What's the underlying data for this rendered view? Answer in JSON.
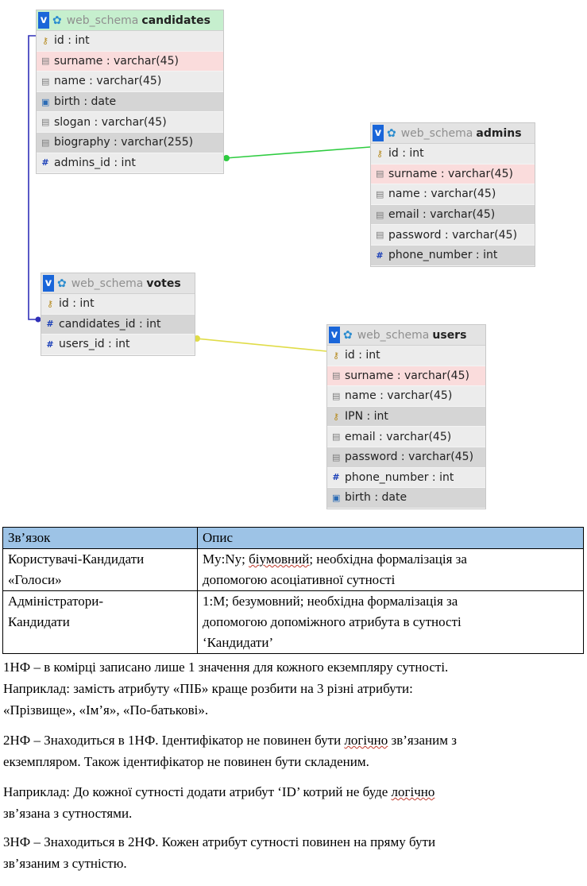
{
  "tables": {
    "candidates": {
      "schema": "web_schema",
      "name": "candidates",
      "rows": [
        {
          "icon": "key",
          "text": "id : int",
          "style": "plain"
        },
        {
          "icon": "txt",
          "text": "surname : varchar(45)",
          "style": "pink"
        },
        {
          "icon": "txt",
          "text": "name : varchar(45)",
          "style": "plain"
        },
        {
          "icon": "cal",
          "text": "birth : date",
          "style": "alt"
        },
        {
          "icon": "txt",
          "text": "slogan : varchar(45)",
          "style": "plain"
        },
        {
          "icon": "txt",
          "text": "biography : varchar(255)",
          "style": "alt"
        },
        {
          "icon": "num",
          "text": "admins_id : int",
          "style": "plain"
        }
      ]
    },
    "admins": {
      "schema": "web_schema",
      "name": "admins",
      "rows": [
        {
          "icon": "key",
          "text": "id : int",
          "style": "plain"
        },
        {
          "icon": "txt",
          "text": "surname : varchar(45)",
          "style": "pink"
        },
        {
          "icon": "txt",
          "text": "name : varchar(45)",
          "style": "plain"
        },
        {
          "icon": "txt",
          "text": "email : varchar(45)",
          "style": "alt"
        },
        {
          "icon": "txt",
          "text": "password : varchar(45)",
          "style": "plain"
        },
        {
          "icon": "num",
          "text": "phone_number : int",
          "style": "alt"
        }
      ]
    },
    "votes": {
      "schema": "web_schema",
      "name": "votes",
      "rows": [
        {
          "icon": "key",
          "text": "id : int",
          "style": "plain"
        },
        {
          "icon": "num",
          "text": "candidates_id : int",
          "style": "alt"
        },
        {
          "icon": "num",
          "text": "users_id : int",
          "style": "plain"
        }
      ]
    },
    "users": {
      "schema": "web_schema",
      "name": "users",
      "rows": [
        {
          "icon": "key",
          "text": "id : int",
          "style": "plain"
        },
        {
          "icon": "txt",
          "text": "surname : varchar(45)",
          "style": "pink"
        },
        {
          "icon": "txt",
          "text": "name : varchar(45)",
          "style": "plain"
        },
        {
          "icon": "key",
          "text": "IPN : int",
          "style": "alt"
        },
        {
          "icon": "txt",
          "text": "email : varchar(45)",
          "style": "plain"
        },
        {
          "icon": "txt",
          "text": "password : varchar(45)",
          "style": "alt"
        },
        {
          "icon": "num",
          "text": "phone_number : int",
          "style": "plain"
        },
        {
          "icon": "cal",
          "text": "birth : date",
          "style": "alt"
        }
      ]
    }
  },
  "header_badge": "v",
  "colors": {
    "accent": "#1a66d9",
    "rel_candidates_admins": "#2ecc40",
    "rel_votes_users": "#e0dc48",
    "rel_candidates_votes": "#3030b8",
    "table_header_bg": "#9dc3e6"
  },
  "relations_table": {
    "headers": [
      "Зв’язок",
      "Опис"
    ],
    "rows": [
      {
        "name_lines": [
          "Користувачі-Кандидати",
          "«Голоси»"
        ],
        "desc_lines": [
          [
            "My:Ny; ",
            "біумовний",
            "; необхідна формалізація за"
          ],
          [
            "допомогою асоціативної сутності"
          ]
        ]
      },
      {
        "name_lines": [
          "Адміністратори-",
          "Кандидати"
        ],
        "desc_lines": [
          [
            "1:M; безумовний; необхідна формалізація за"
          ],
          [
            "допомогою допоміжного атрибута в сутності"
          ],
          [
            "‘Кандидати’"
          ]
        ]
      }
    ]
  },
  "paragraphs": [
    {
      "lines": [
        [
          "1НФ – в комірці записано лише 1 значення для кожного екземпляру сутності."
        ],
        [
          "Наприклад: замість атрибуту «ПІБ» краще розбити на 3 різні атрибути:"
        ],
        [
          "«Прізвище», «Ім’я», «По-батькові»."
        ]
      ]
    },
    {
      "lines": [
        [
          "2НФ – Знаходиться в 1НФ. Ідентифікатор не повинен бути ",
          "логічно",
          " зв’язаним з"
        ],
        [
          "екземпляром. Також ідентифікатор не повинен бути складеним."
        ]
      ]
    },
    {
      "lines": [
        [
          "Наприклад: До кожної сутності додати атрибут ‘ID’ котрий не буде ",
          "логічно"
        ],
        [
          "зв’язана з сутностями."
        ]
      ]
    },
    {
      "lines": [
        [
          "3НФ – Знаходиться в 2НФ. Кожен атрибут сутності повинен на пряму бути"
        ],
        [
          "зв’язаним з сутністю."
        ]
      ]
    }
  ]
}
